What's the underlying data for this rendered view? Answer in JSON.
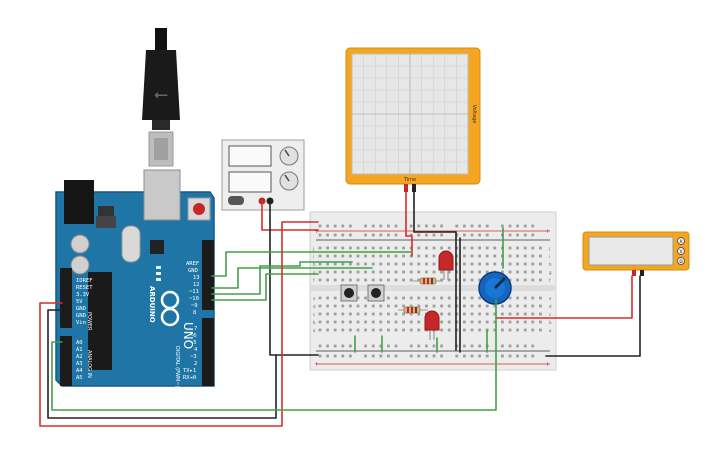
{
  "canvas": {
    "background": "#ffffff"
  },
  "colors": {
    "arduino": "#1f76a6",
    "arduino_dark": "#155a82",
    "wire_red": "#d32f2f",
    "wire_green": "#43a047",
    "wire_black": "#222222",
    "scope_frame": "#f4a623",
    "led_red": "#c62828",
    "pot_blue": "#1565c0"
  },
  "arduino": {
    "brand": "ARDUINO",
    "model": "UNO",
    "header_labels": [
      "AREF",
      "GND",
      "13",
      "12",
      "~11",
      "~10",
      "~9",
      "8"
    ],
    "digital_labels": [
      "7",
      "~6",
      "~5",
      "4",
      "~3",
      "2",
      "TX▸1",
      "RX◂0"
    ],
    "digital_caption": "DIGITAL (PWM~)",
    "power_labels": [
      "IOREF",
      "RESET",
      "3.3V",
      "5V",
      "GND",
      "GND",
      "Vin"
    ],
    "power_caption": "POWER",
    "analog_labels": [
      "A0",
      "A1",
      "A2",
      "A3",
      "A4",
      "A5"
    ],
    "analog_caption": "ANALOG IN"
  },
  "oscilloscope": {
    "y_label": "Voltage",
    "x_label": "Time"
  },
  "power_supply": {},
  "multimeter": {
    "dial_symbols": [
      "A",
      "V",
      "Ω"
    ]
  },
  "breadboard": {
    "row_labels": [
      "a",
      "b",
      "c",
      "d",
      "e",
      "f",
      "g",
      "h",
      "i",
      "j"
    ],
    "rail_plus": "+",
    "rail_minus": "-"
  }
}
